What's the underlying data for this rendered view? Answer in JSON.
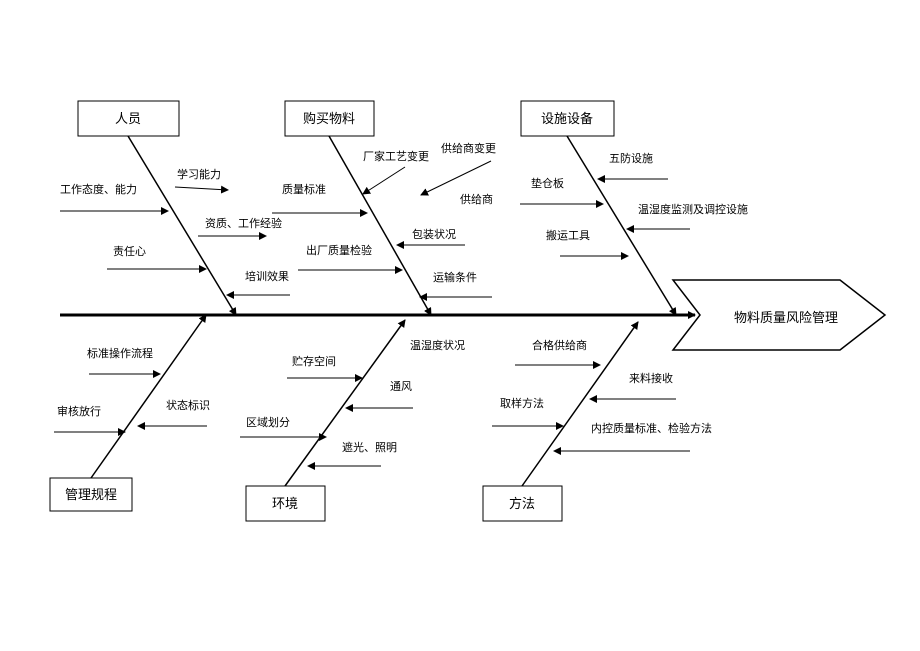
{
  "head": {
    "label": "物料质量风险管理"
  },
  "categories": {
    "top_people": {
      "label": "人员",
      "causes": [
        "学习能力",
        "工作态度、能力",
        "资质、工作经验",
        "责任心",
        "培训效果"
      ]
    },
    "top_material": {
      "label": "购买物料",
      "causes": [
        "厂家工艺变更",
        "供给商变更",
        "质量标准",
        "供给商",
        "包装状况",
        "出厂质量检验",
        "运输条件"
      ]
    },
    "top_facility": {
      "label": "设施设备",
      "causes": [
        "五防设施",
        "垫仓板",
        "温湿度监测及调控设施",
        "搬运工具"
      ]
    },
    "bottom_management": {
      "label": "管理规程",
      "causes": [
        "标准操作流程",
        "状态标识",
        "审核放行"
      ]
    },
    "bottom_environment": {
      "label": "环境",
      "causes": [
        "温湿度状况",
        "贮存空间",
        "通风",
        "区域划分",
        "遮光、照明"
      ]
    },
    "bottom_method": {
      "label": "方法",
      "causes": [
        "合格供给商",
        "来料接收",
        "取样方法",
        "内控质量标准、检验方法"
      ]
    }
  }
}
